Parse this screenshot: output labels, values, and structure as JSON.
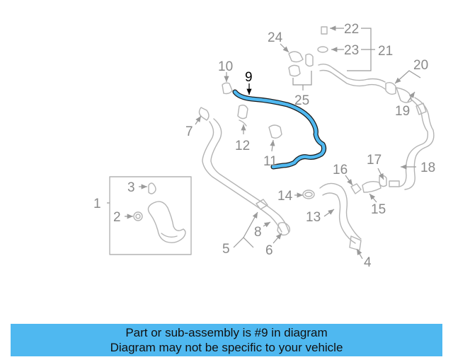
{
  "diagram": {
    "highlight_color": "#4fb8f0",
    "callouts": [
      "1",
      "2",
      "3",
      "4",
      "5",
      "6",
      "7",
      "8",
      "9",
      "10",
      "11",
      "12",
      "13",
      "14",
      "15",
      "16",
      "17",
      "18",
      "19",
      "20",
      "21",
      "22",
      "23",
      "24",
      "25"
    ],
    "highlighted_callout": "9"
  },
  "caption": {
    "line1": "Part or sub-assembly is #9 in diagram",
    "line2": "Diagram may not be specific to your vehicle",
    "background_color": "#4fb8f0"
  }
}
